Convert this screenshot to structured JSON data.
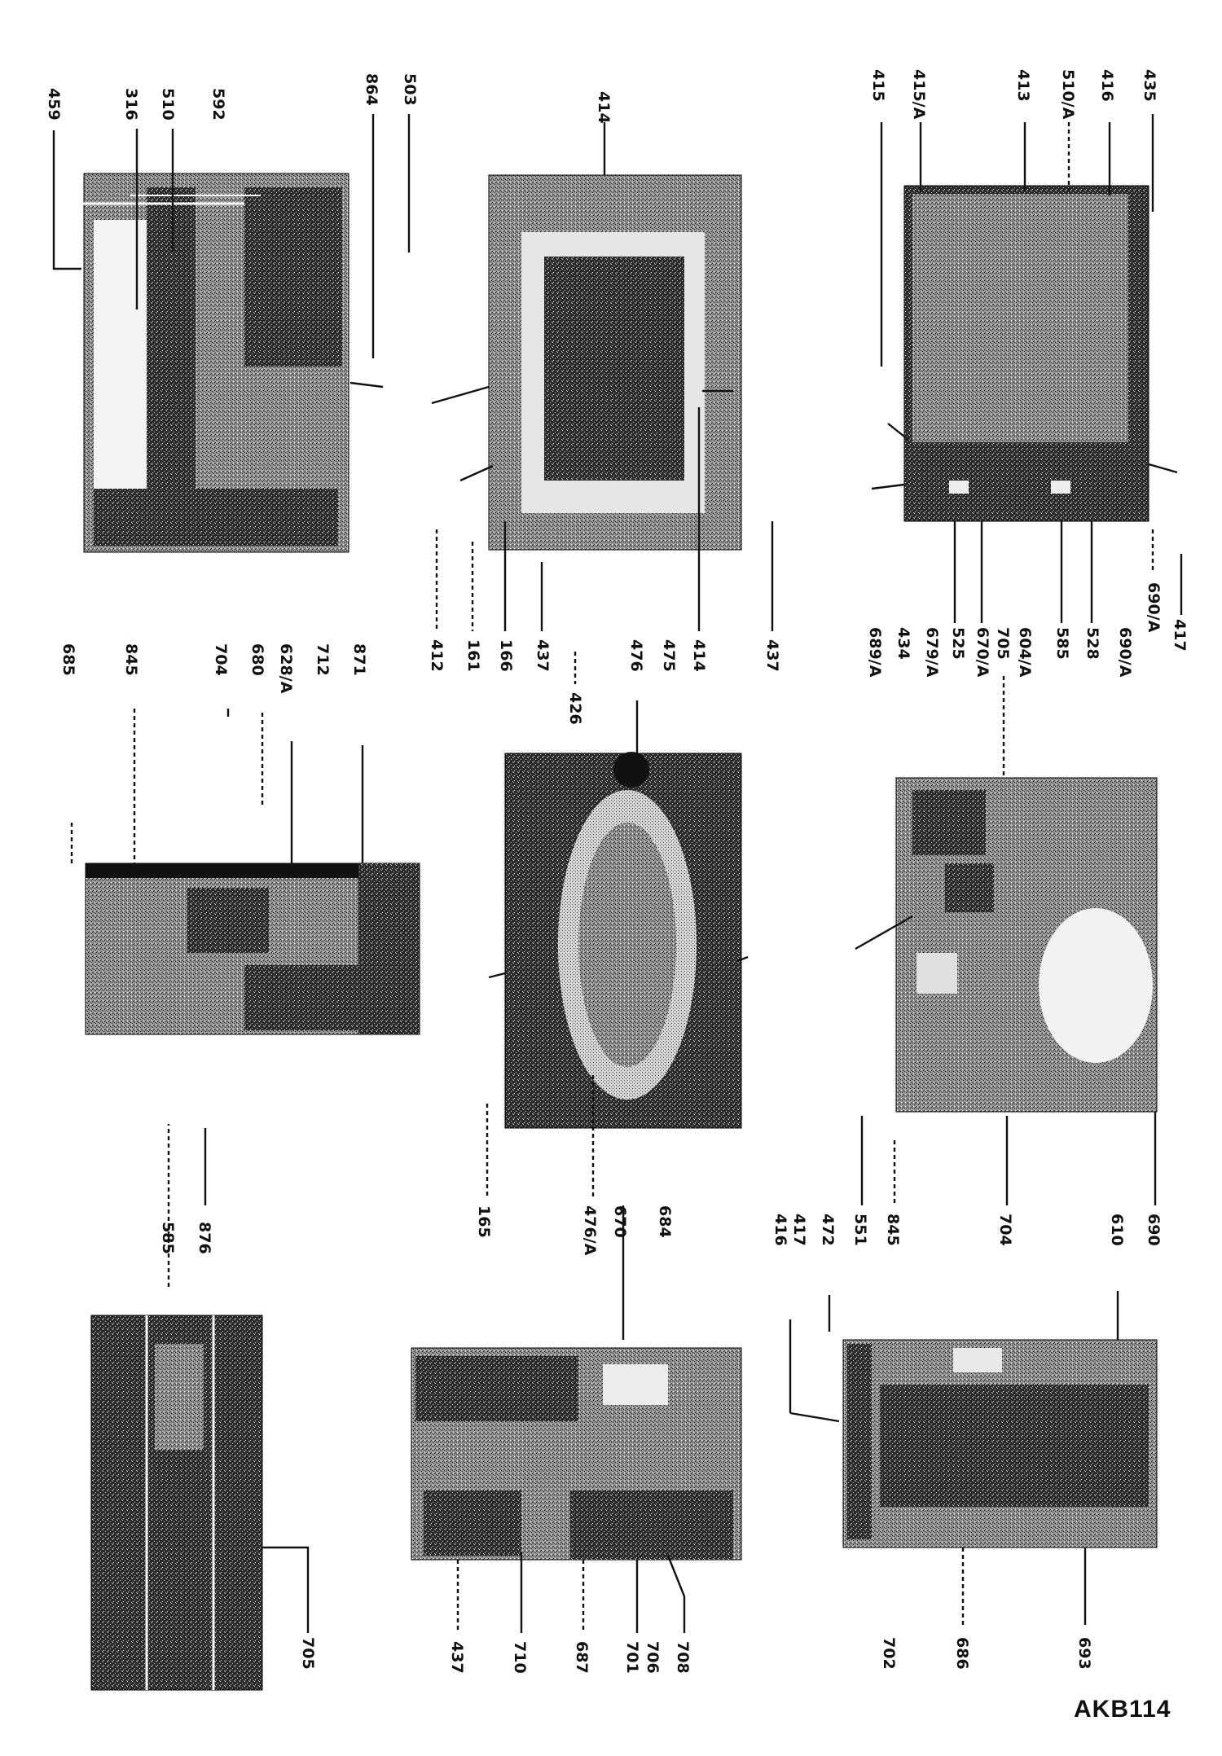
{
  "document": {
    "code": "AKB114"
  },
  "panels": [
    {
      "id": "panel-1",
      "labels": [
        "459",
        "316",
        "510",
        "592",
        "864",
        "503"
      ]
    },
    {
      "id": "panel-2",
      "labels": [
        "414"
      ]
    },
    {
      "id": "panel-3",
      "labels": [
        "415",
        "415/A",
        "413",
        "510/A",
        "416",
        "435"
      ]
    },
    {
      "id": "panel-4",
      "labels": [
        "412",
        "161",
        "166",
        "437",
        "426",
        "476",
        "475",
        "414",
        "437"
      ]
    },
    {
      "id": "panel-5",
      "labels": [
        "689/A",
        "434",
        "679/A",
        "525",
        "670/A",
        "705",
        "604/A",
        "585",
        "528",
        "690/A",
        "690/A",
        "417"
      ]
    },
    {
      "id": "panel-6",
      "labels": [
        "685",
        "845",
        "704",
        "680",
        "628/A",
        "712",
        "871"
      ]
    },
    {
      "id": "panel-7",
      "labels": [
        "165",
        "476/A",
        "670",
        "684"
      ]
    },
    {
      "id": "panel-8",
      "labels": [
        "585",
        "876"
      ]
    },
    {
      "id": "panel-9",
      "labels": [
        "416",
        "417",
        "472",
        "551",
        "845",
        "704",
        "610",
        "690"
      ]
    },
    {
      "id": "panel-10",
      "labels": [
        "705"
      ]
    },
    {
      "id": "panel-11",
      "labels": [
        "437",
        "710",
        "687",
        "701",
        "706",
        "708"
      ]
    },
    {
      "id": "panel-12",
      "labels": [
        "702",
        "686",
        "693"
      ]
    }
  ]
}
